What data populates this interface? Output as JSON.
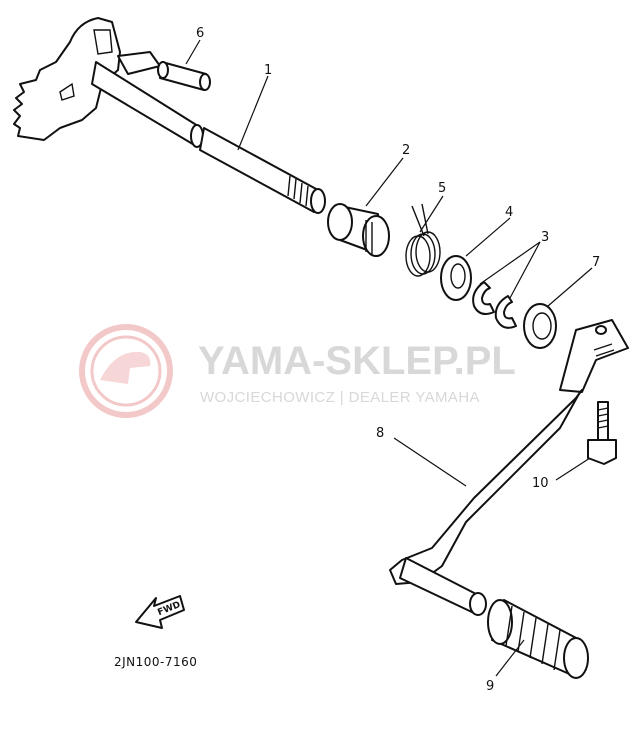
{
  "watermark": {
    "title": "YAMA-SKLEP.PL",
    "subtitle": "WOJCIECHOWICZ | DEALER YAMAHA"
  },
  "parts": [
    {
      "number": "1"
    },
    {
      "number": "2"
    },
    {
      "number": "3"
    },
    {
      "number": "4"
    },
    {
      "number": "5"
    },
    {
      "number": "6"
    },
    {
      "number": "7"
    },
    {
      "number": "8"
    },
    {
      "number": "9"
    },
    {
      "number": "10"
    }
  ],
  "fwd_label": "FWD",
  "diagram_code": "2JN100-7160"
}
